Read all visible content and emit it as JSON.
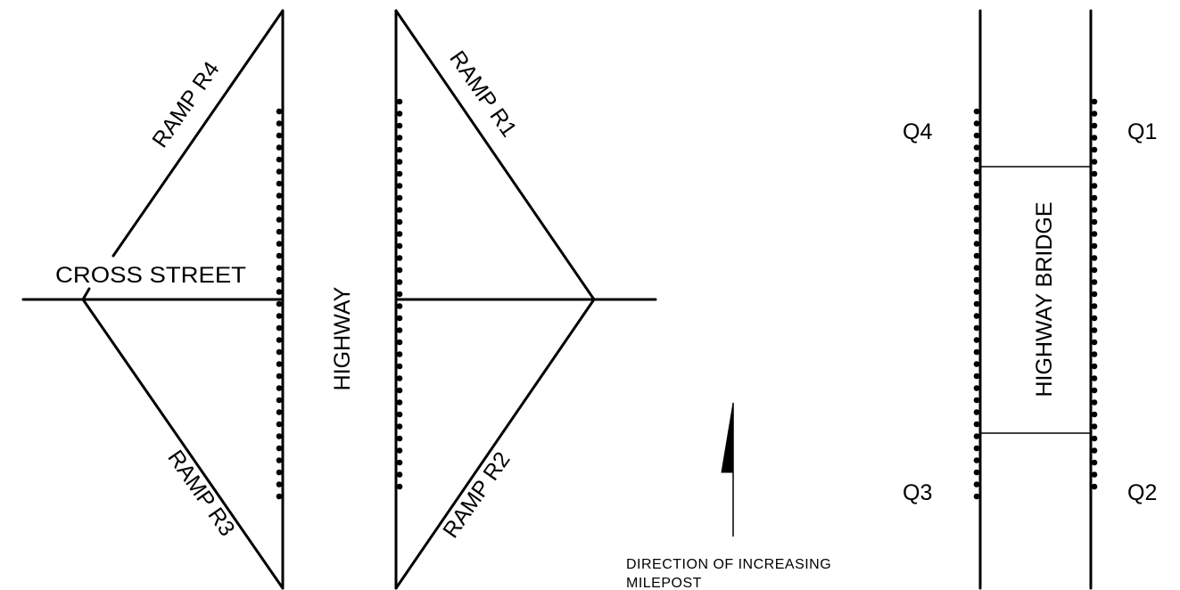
{
  "interchange": {
    "cross_street_label": "CROSS STREET",
    "highway_label": "HIGHWAY",
    "ramps": {
      "r1": "RAMP R1",
      "r2": "RAMP R2",
      "r3": "RAMP R3",
      "r4": "RAMP R4"
    }
  },
  "direction": {
    "line1": "DIRECTION OF INCREASING",
    "line2": "MILEPOST"
  },
  "bridge": {
    "label": "HIGHWAY BRIDGE",
    "quadrants": {
      "q1": "Q1",
      "q2": "Q2",
      "q3": "Q3",
      "q4": "Q4"
    }
  }
}
